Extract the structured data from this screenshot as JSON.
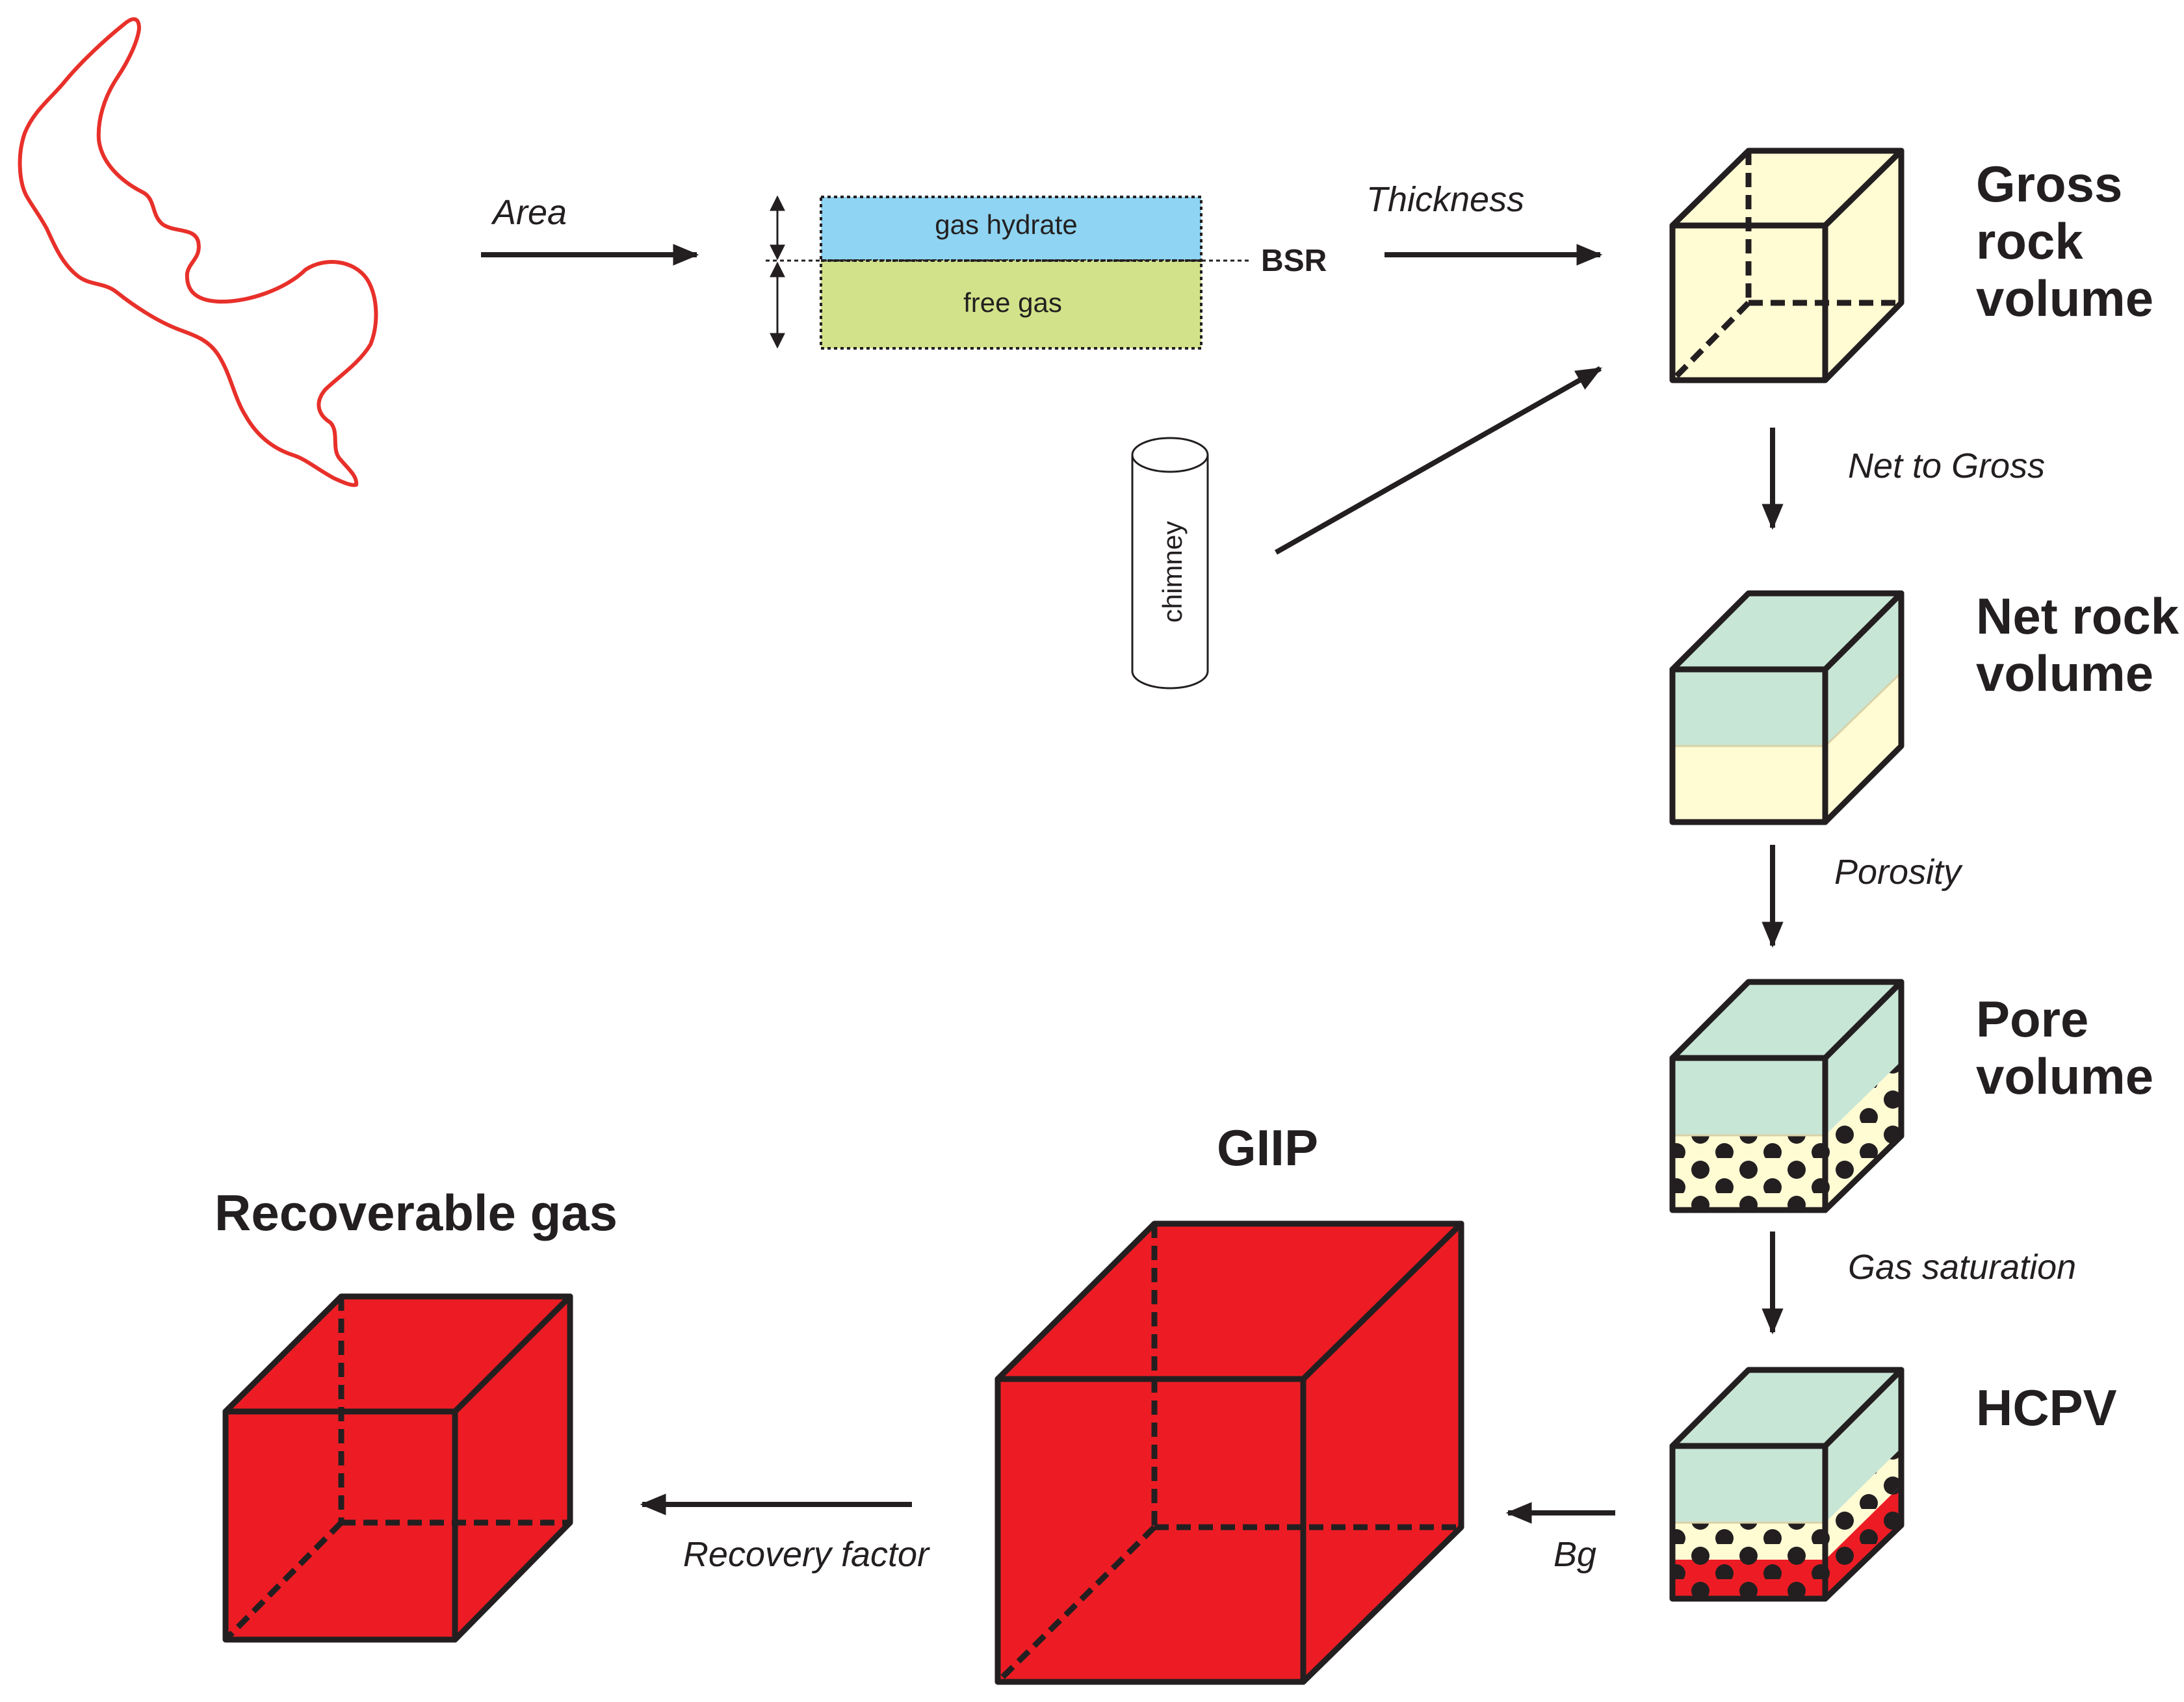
{
  "colors": {
    "outline_red": "#e8302a",
    "gas_hydrate": "#8fd4f2",
    "free_gas": "#d2e28a",
    "rock": "#fffbd3",
    "net": "#c8e6d6",
    "volume_red": "#ed1c24",
    "ink": "#231f20"
  },
  "inputs": {
    "area": "Area",
    "thickness": "Thickness",
    "layers": {
      "gas_hydrate": "gas hydrate",
      "free_gas": "free gas",
      "bsr": "BSR"
    },
    "chimney": "chimney"
  },
  "steps": {
    "gross_rock_volume": [
      "Gross",
      "rock",
      "volume"
    ],
    "net_rock_volume": [
      "Net rock",
      "volume"
    ],
    "pore_volume": [
      "Pore",
      "volume"
    ],
    "hcpv": "HCPV",
    "giip": "GIIP",
    "recoverable_gas": "Recoverable gas"
  },
  "factors": {
    "net_to_gross": "Net to Gross",
    "porosity": "Porosity",
    "gas_saturation": "Gas saturation",
    "bg": "Bg",
    "recovery_factor": "Recovery factor"
  }
}
